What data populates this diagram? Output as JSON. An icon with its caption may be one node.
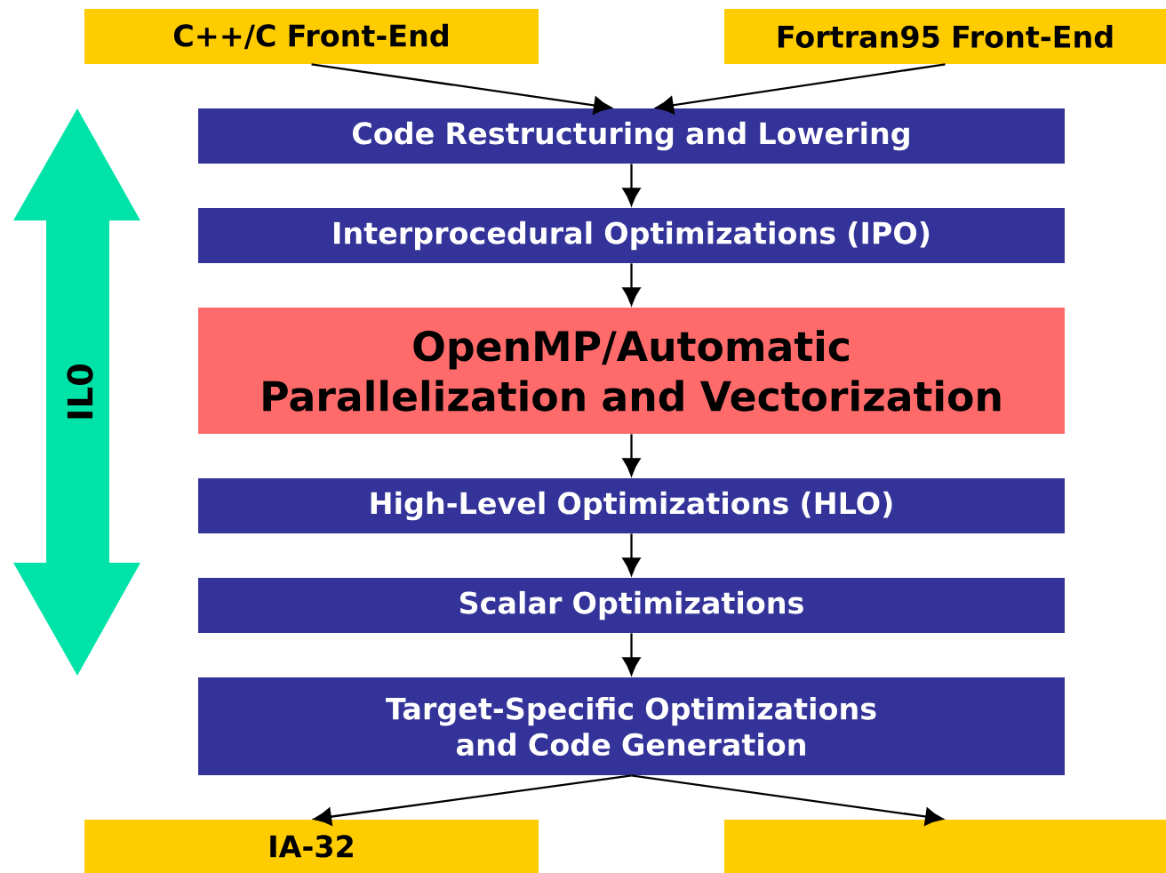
{
  "diagram": {
    "nodes": [
      {
        "text": [
          "C++/C Front-End"
        ]
      },
      {
        "text": [
          "Fortran95 Front-End"
        ]
      },
      {
        "text": [
          "Code Restructuring and Lowering"
        ]
      },
      {
        "text": [
          "Interprocedural Optimizations (IPO)"
        ]
      },
      {
        "text": [
          "OpenMP/Automatic Parallelization and Vectorization"
        ]
      },
      {
        "text": [
          "High-Level Optimizations (HLO)"
        ]
      },
      {
        "text": [
          "Scalar Optimizations"
        ]
      },
      {
        "text": [
          "Target-Specific Optimizations and Code Generation"
        ]
      },
      {
        "text": [
          "IA-32"
        ]
      },
      {
        "text": [],
        "shape": "box"
      },
      {
        "text": [
          "IL0"
        ]
      }
    ],
    "edges": [
      {
        "from": 0,
        "to": 2,
        "arrow": "to"
      },
      {
        "from": 1,
        "to": 2,
        "arrow": "to"
      },
      {
        "from": 2,
        "to": 3,
        "arrow": "to"
      },
      {
        "from": 3,
        "to": 4,
        "arrow": "to"
      },
      {
        "from": 4,
        "to": 5,
        "arrow": "to"
      },
      {
        "from": 5,
        "to": 6,
        "arrow": "to"
      },
      {
        "from": 6,
        "to": 7,
        "arrow": "to"
      },
      {
        "from": 7,
        "to": 8,
        "arrow": "to"
      },
      {
        "from": 7,
        "to": 9,
        "arrow": "to"
      }
    ]
  }
}
